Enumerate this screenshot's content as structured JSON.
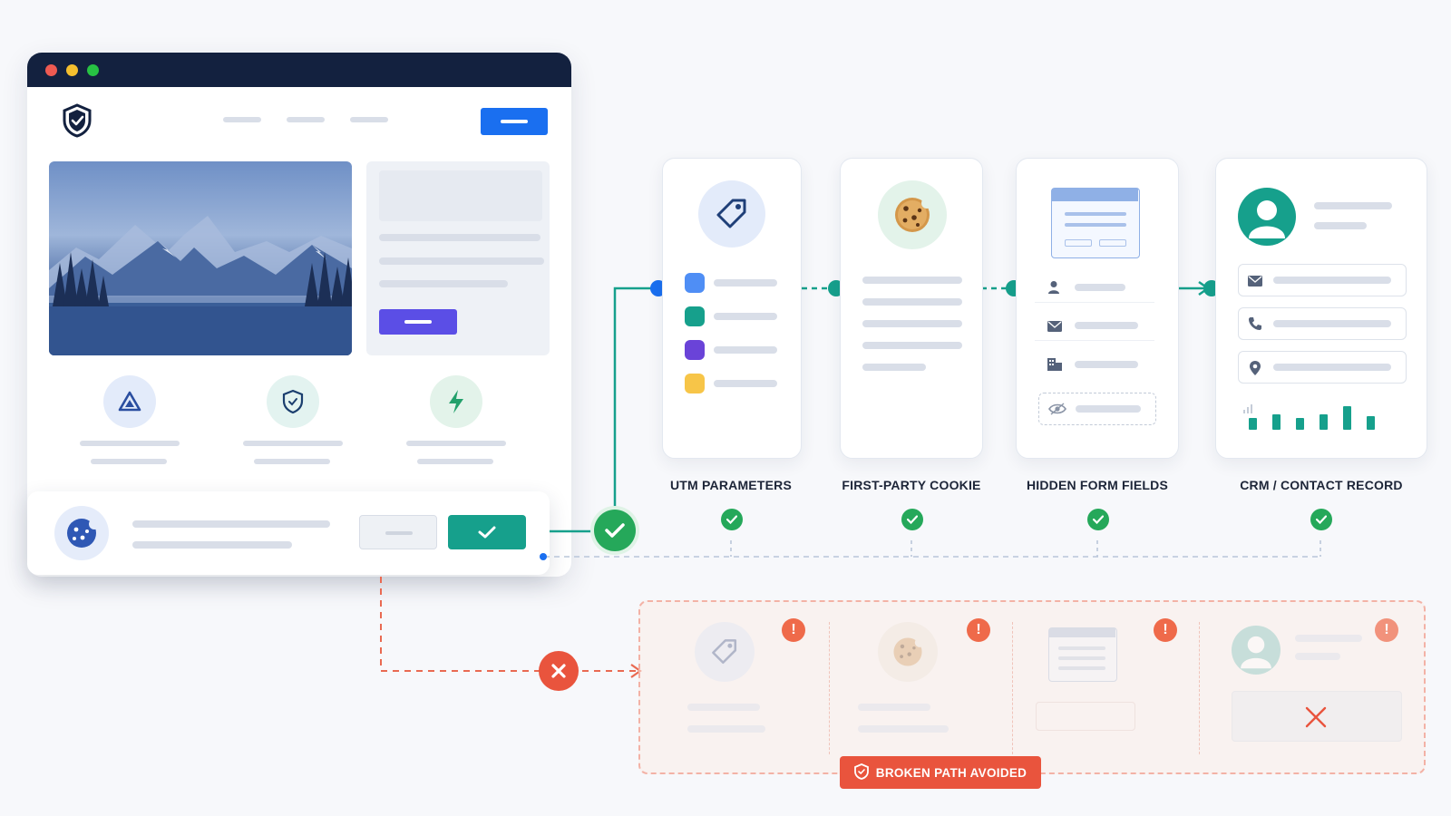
{
  "colors": {
    "navy": "#13213f",
    "primary_blue": "#1a6ff0",
    "teal": "#17a38e",
    "success_green": "#25a85a",
    "error_red": "#e9543d",
    "purple": "#5b4ee6"
  },
  "window_dots": [
    "#ee5a52",
    "#f5bf2e",
    "#27c243"
  ],
  "icons": {
    "logo": "shield-check-icon",
    "feature_1": "triangle-icon",
    "feature_2": "shield-check-icon",
    "feature_3": "lightning-icon",
    "banner": "cookie-icon"
  },
  "steps": [
    {
      "label": "UTM PARAMETERS",
      "icon": "tag-icon"
    },
    {
      "label": "FIRST-PARTY COOKIE",
      "icon": "cookie-icon"
    },
    {
      "label": "HIDDEN FORM FIELDS",
      "icon": "form-window-icon"
    },
    {
      "label": "CRM / CONTACT RECORD",
      "icon": "user-avatar-icon"
    }
  ],
  "broken_path": {
    "badge_label": "BROKEN PATH AVOIDED"
  }
}
